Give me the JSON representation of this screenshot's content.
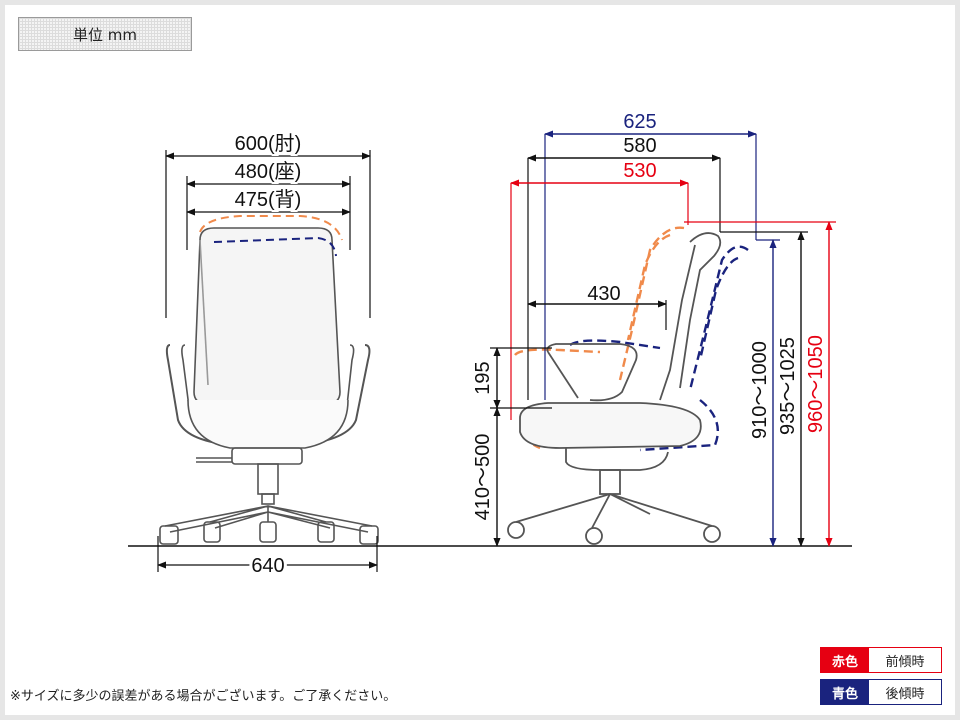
{
  "unit_label": "単位 mm",
  "front": {
    "armrest_width": "600(肘)",
    "seat_width": "480(座)",
    "back_width": "475(背)",
    "base_width": "640"
  },
  "side": {
    "depth_blue": "625",
    "depth_black": "580",
    "depth_red": "530",
    "seat_depth": "430",
    "arm_height": "195",
    "seat_height": "410～500",
    "height_blue": "910～1000",
    "height_black": "935～1025",
    "height_red": "960～1050"
  },
  "colors": {
    "red": "#e60012",
    "blue": "#1a237e",
    "orange": "#f08a4b",
    "black": "#111111"
  },
  "note": "※サイズに多少の誤差がある場合がございます。ご了承ください。",
  "legend": [
    {
      "swatch": "赤色",
      "label": "前傾時"
    },
    {
      "swatch": "青色",
      "label": "後傾時"
    }
  ]
}
